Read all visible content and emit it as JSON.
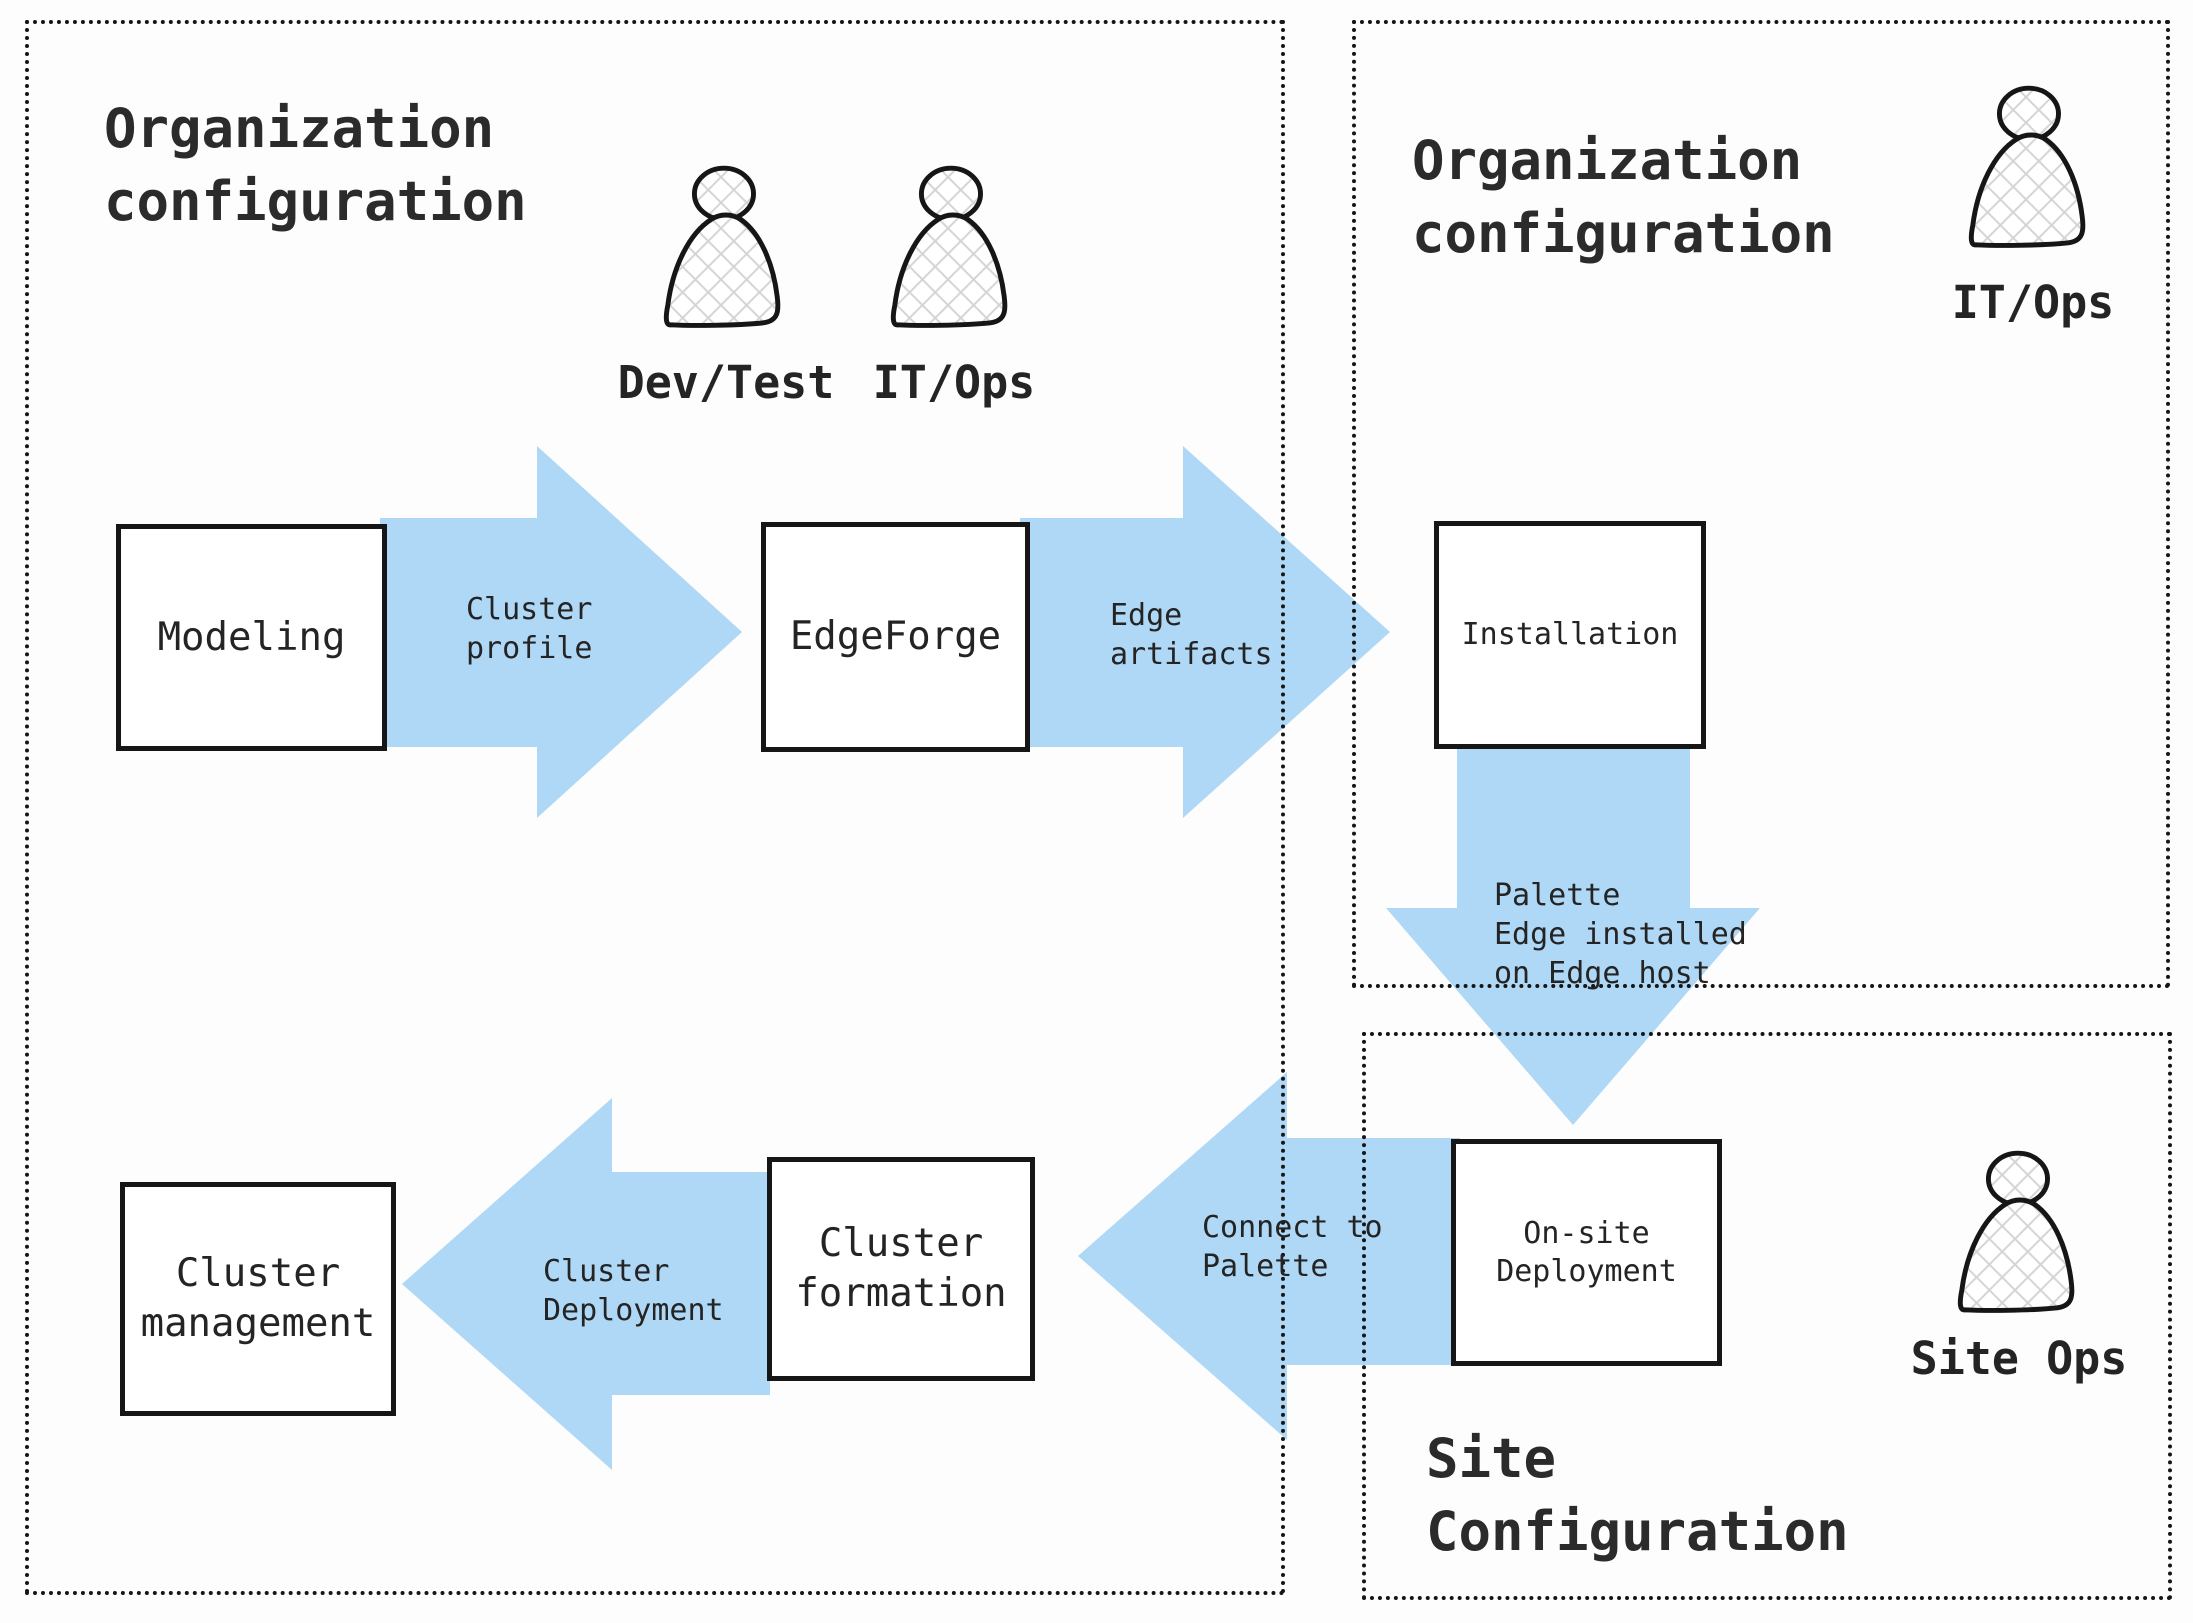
{
  "diagram": {
    "colors": {
      "arrow": "#afd8f6",
      "outline": "#161616",
      "text": "#242424",
      "hatch": "#d4d4d4",
      "background": "#fdfdfd"
    },
    "panels": {
      "org_left": {
        "title": [
          "Organization",
          "configuration"
        ]
      },
      "org_right": {
        "title": [
          "Organization",
          "configuration"
        ]
      },
      "site": {
        "title": [
          "Site",
          "Configuration"
        ]
      }
    },
    "personas": {
      "dev_test": "Dev/Test",
      "it_ops_left": "IT/Ops",
      "it_ops_right": "IT/Ops",
      "site_ops": "Site Ops"
    },
    "boxes": {
      "modeling": "Modeling",
      "edgeforge": "EdgeForge",
      "installation": "Installation",
      "onsite": [
        "On-site",
        "Deployment"
      ],
      "formation": [
        "Cluster",
        "formation"
      ],
      "management": [
        "Cluster",
        "management"
      ]
    },
    "arrow_labels": {
      "cluster_profile": [
        "Cluster",
        "profile"
      ],
      "edge_artifacts": [
        "Edge",
        "artifacts"
      ],
      "palette_installed": [
        "Palette",
        "Edge installed",
        "on Edge host"
      ],
      "connect_palette": [
        "Connect to",
        "Palette"
      ],
      "cluster_deployment": [
        "Cluster",
        "Deployment"
      ]
    }
  }
}
